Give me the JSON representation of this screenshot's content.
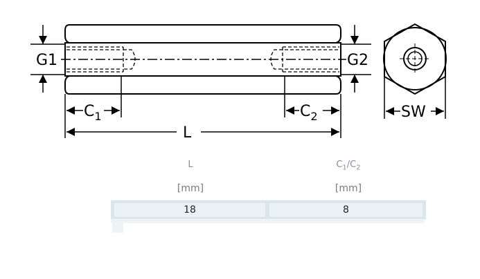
{
  "drawing": {
    "labels": {
      "g1": "G1",
      "g2": "G2",
      "c1": "C",
      "c1_sub": "1",
      "c2": "C",
      "c2_sub": "2",
      "l": "L",
      "sw": "SW"
    }
  },
  "table": {
    "headers": [
      {
        "text": "L"
      },
      {
        "text": "C",
        "sub1": "1",
        "mid": "/C",
        "sub2": "2"
      }
    ],
    "units": [
      "[mm]",
      "[mm]"
    ],
    "rows": [
      [
        "18",
        "8"
      ]
    ]
  }
}
